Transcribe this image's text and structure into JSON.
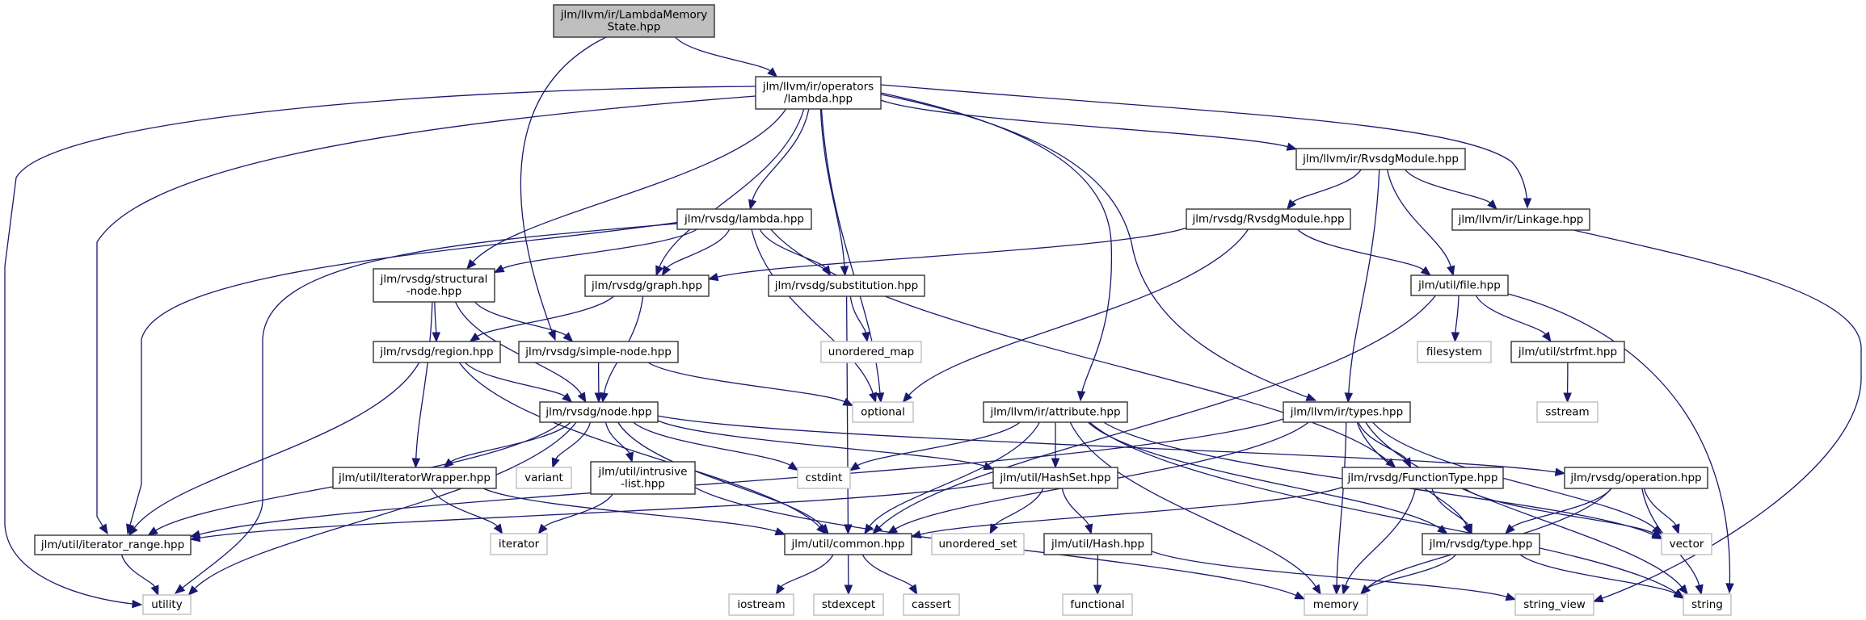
{
  "title": "Include dependency graph for jlm/llvm/ir/LambdaMemoryState.hpp",
  "colors": {
    "edge": "#191970",
    "root_fill": "#bfbfbf",
    "local_border": "#333333",
    "system_border": "#bfbfbf"
  },
  "nodes": [
    {
      "id": "lms",
      "label": [
        "jlm/llvm/ir/LambdaMemory",
        "State.hpp"
      ],
      "kind": "root"
    },
    {
      "id": "oplambda",
      "label": [
        "jlm/llvm/ir/operators",
        "/lambda.hpp"
      ],
      "kind": "local"
    },
    {
      "id": "llvmmod",
      "label": [
        "jlm/llvm/ir/RvsdgModule.hpp"
      ],
      "kind": "local"
    },
    {
      "id": "rlambda",
      "label": [
        "jlm/rvsdg/lambda.hpp"
      ],
      "kind": "local"
    },
    {
      "id": "rmod",
      "label": [
        "jlm/rvsdg/RvsdgModule.hpp"
      ],
      "kind": "local"
    },
    {
      "id": "linkage",
      "label": [
        "jlm/llvm/ir/Linkage.hpp"
      ],
      "kind": "local"
    },
    {
      "id": "structural",
      "label": [
        "jlm/rvsdg/structural",
        "-node.hpp"
      ],
      "kind": "local"
    },
    {
      "id": "graph",
      "label": [
        "jlm/rvsdg/graph.hpp"
      ],
      "kind": "local"
    },
    {
      "id": "subst",
      "label": [
        "jlm/rvsdg/substitution.hpp"
      ],
      "kind": "local"
    },
    {
      "id": "file",
      "label": [
        "jlm/util/file.hpp"
      ],
      "kind": "local"
    },
    {
      "id": "region",
      "label": [
        "jlm/rvsdg/region.hpp"
      ],
      "kind": "local"
    },
    {
      "id": "simple",
      "label": [
        "jlm/rvsdg/simple-node.hpp"
      ],
      "kind": "local"
    },
    {
      "id": "umap",
      "label": [
        "unordered_map"
      ],
      "kind": "system"
    },
    {
      "id": "filesystem",
      "label": [
        "filesystem"
      ],
      "kind": "system"
    },
    {
      "id": "strfmt",
      "label": [
        "jlm/util/strfmt.hpp"
      ],
      "kind": "local"
    },
    {
      "id": "node",
      "label": [
        "jlm/rvsdg/node.hpp"
      ],
      "kind": "local"
    },
    {
      "id": "optional",
      "label": [
        "optional"
      ],
      "kind": "system"
    },
    {
      "id": "attribute",
      "label": [
        "jlm/llvm/ir/attribute.hpp"
      ],
      "kind": "local"
    },
    {
      "id": "types",
      "label": [
        "jlm/llvm/ir/types.hpp"
      ],
      "kind": "local"
    },
    {
      "id": "sstream",
      "label": [
        "sstream"
      ],
      "kind": "system"
    },
    {
      "id": "iterwrap",
      "label": [
        "jlm/util/IteratorWrapper.hpp"
      ],
      "kind": "local"
    },
    {
      "id": "variant",
      "label": [
        "variant"
      ],
      "kind": "system"
    },
    {
      "id": "intrusive",
      "label": [
        "jlm/util/intrusive",
        "-list.hpp"
      ],
      "kind": "local"
    },
    {
      "id": "cstdint",
      "label": [
        "cstdint"
      ],
      "kind": "system"
    },
    {
      "id": "hashset",
      "label": [
        "jlm/util/HashSet.hpp"
      ],
      "kind": "local"
    },
    {
      "id": "functype",
      "label": [
        "jlm/rvsdg/FunctionType.hpp"
      ],
      "kind": "local"
    },
    {
      "id": "operation",
      "label": [
        "jlm/rvsdg/operation.hpp"
      ],
      "kind": "local"
    },
    {
      "id": "iterrange",
      "label": [
        "jlm/util/iterator_range.hpp"
      ],
      "kind": "local"
    },
    {
      "id": "iterator",
      "label": [
        "iterator"
      ],
      "kind": "system"
    },
    {
      "id": "common",
      "label": [
        "jlm/util/common.hpp"
      ],
      "kind": "local"
    },
    {
      "id": "uset",
      "label": [
        "unordered_set"
      ],
      "kind": "system"
    },
    {
      "id": "hash",
      "label": [
        "jlm/util/Hash.hpp"
      ],
      "kind": "local"
    },
    {
      "id": "type",
      "label": [
        "jlm/rvsdg/type.hpp"
      ],
      "kind": "local"
    },
    {
      "id": "vector",
      "label": [
        "vector"
      ],
      "kind": "system"
    },
    {
      "id": "utility",
      "label": [
        "utility"
      ],
      "kind": "system"
    },
    {
      "id": "iostream",
      "label": [
        "iostream"
      ],
      "kind": "system"
    },
    {
      "id": "stdexcept",
      "label": [
        "stdexcept"
      ],
      "kind": "system"
    },
    {
      "id": "cassert",
      "label": [
        "cassert"
      ],
      "kind": "system"
    },
    {
      "id": "functional",
      "label": [
        "functional"
      ],
      "kind": "system"
    },
    {
      "id": "memory",
      "label": [
        "memory"
      ],
      "kind": "system"
    },
    {
      "id": "string_view",
      "label": [
        "string_view"
      ],
      "kind": "system"
    },
    {
      "id": "string",
      "label": [
        "string"
      ],
      "kind": "system"
    }
  ],
  "edges": [
    [
      "lms",
      "oplambda"
    ],
    [
      "lms",
      "simple"
    ],
    [
      "oplambda",
      "utility"
    ],
    [
      "oplambda",
      "iterrange"
    ],
    [
      "oplambda",
      "structural"
    ],
    [
      "oplambda",
      "graph"
    ],
    [
      "oplambda",
      "rlambda"
    ],
    [
      "oplambda",
      "subst"
    ],
    [
      "oplambda",
      "optional"
    ],
    [
      "oplambda",
      "attribute"
    ],
    [
      "oplambda",
      "types"
    ],
    [
      "oplambda",
      "llvmmod"
    ],
    [
      "oplambda",
      "linkage"
    ],
    [
      "rlambda",
      "structural"
    ],
    [
      "rlambda",
      "graph"
    ],
    [
      "rlambda",
      "subst"
    ],
    [
      "rlambda",
      "optional"
    ],
    [
      "rlambda",
      "utility"
    ],
    [
      "rlambda",
      "iterrange"
    ],
    [
      "rlambda",
      "functype"
    ],
    [
      "llvmmod",
      "rmod"
    ],
    [
      "llvmmod",
      "linkage"
    ],
    [
      "llvmmod",
      "file"
    ],
    [
      "llvmmod",
      "types"
    ],
    [
      "rmod",
      "graph"
    ],
    [
      "rmod",
      "file"
    ],
    [
      "rmod",
      "optional"
    ],
    [
      "linkage",
      "string_view"
    ],
    [
      "structural",
      "region"
    ],
    [
      "structural",
      "simple"
    ],
    [
      "structural",
      "node"
    ],
    [
      "structural",
      "iterwrap"
    ],
    [
      "graph",
      "region"
    ],
    [
      "graph",
      "node"
    ],
    [
      "subst",
      "umap"
    ],
    [
      "subst",
      "common"
    ],
    [
      "file",
      "filesystem"
    ],
    [
      "file",
      "strfmt"
    ],
    [
      "file",
      "common"
    ],
    [
      "file",
      "string"
    ],
    [
      "strfmt",
      "sstream"
    ],
    [
      "region",
      "node"
    ],
    [
      "region",
      "iterrange"
    ],
    [
      "region",
      "common"
    ],
    [
      "simple",
      "node"
    ],
    [
      "simple",
      "optional"
    ],
    [
      "node",
      "utility"
    ],
    [
      "node",
      "iterrange"
    ],
    [
      "node",
      "iterwrap"
    ],
    [
      "node",
      "variant"
    ],
    [
      "node",
      "intrusive"
    ],
    [
      "node",
      "cstdint"
    ],
    [
      "node",
      "common"
    ],
    [
      "node",
      "hashset"
    ],
    [
      "node",
      "operation"
    ],
    [
      "attribute",
      "cstdint"
    ],
    [
      "attribute",
      "common"
    ],
    [
      "attribute",
      "hashset"
    ],
    [
      "attribute",
      "memory"
    ],
    [
      "attribute",
      "type"
    ],
    [
      "attribute",
      "vector"
    ],
    [
      "attribute",
      "string"
    ],
    [
      "types",
      "functype"
    ],
    [
      "types",
      "type"
    ],
    [
      "types",
      "iterrange"
    ],
    [
      "types",
      "common"
    ],
    [
      "types",
      "memory"
    ],
    [
      "types",
      "vector"
    ],
    [
      "types",
      "string"
    ],
    [
      "iterwrap",
      "iterator"
    ],
    [
      "iterwrap",
      "common"
    ],
    [
      "intrusive",
      "iterator"
    ],
    [
      "intrusive",
      "memory"
    ],
    [
      "hashset",
      "iterrange"
    ],
    [
      "hashset",
      "uset"
    ],
    [
      "hashset",
      "hash"
    ],
    [
      "functype",
      "common"
    ],
    [
      "functype",
      "type"
    ],
    [
      "functype",
      "memory"
    ],
    [
      "functype",
      "vector"
    ],
    [
      "operation",
      "type"
    ],
    [
      "operation",
      "memory"
    ],
    [
      "operation",
      "vector"
    ],
    [
      "operation",
      "string"
    ],
    [
      "common",
      "iostream"
    ],
    [
      "common",
      "stdexcept"
    ],
    [
      "common",
      "cassert"
    ],
    [
      "hash",
      "functional"
    ],
    [
      "hash",
      "string_view"
    ],
    [
      "type",
      "memory"
    ],
    [
      "type",
      "string"
    ],
    [
      "iterrange",
      "utility"
    ]
  ]
}
